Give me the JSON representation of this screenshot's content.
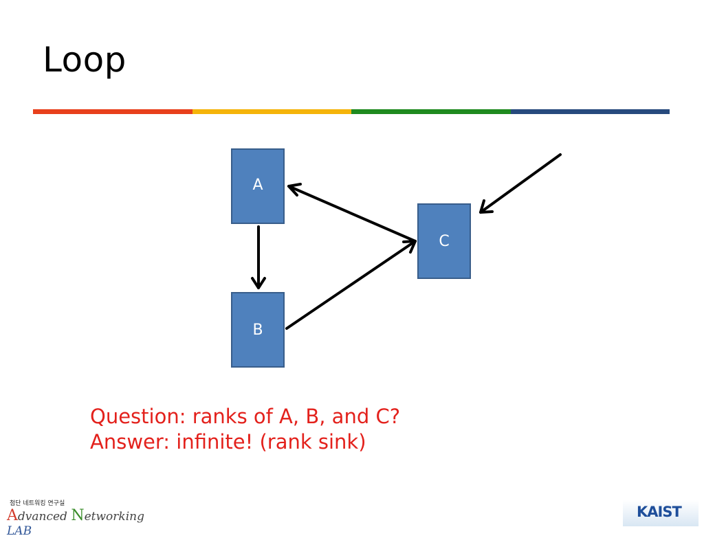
{
  "slide": {
    "title": "Loop"
  },
  "title_bar_colors": [
    "#e8401c",
    "#f5b40a",
    "#1f8a1f",
    "#274a7d"
  ],
  "diagram": {
    "nodes": [
      {
        "id": "A",
        "label": "A"
      },
      {
        "id": "B",
        "label": "B"
      },
      {
        "id": "C",
        "label": "C"
      }
    ],
    "edges": [
      {
        "from": "A",
        "to": "B"
      },
      {
        "from": "B",
        "to": "C"
      },
      {
        "from": "C",
        "to": "A"
      },
      {
        "from": "external",
        "to": "C"
      }
    ],
    "node_fill": "#4f81bd",
    "node_border": "#385d8a"
  },
  "qa": {
    "question": "Question: ranks of A, B, and C?",
    "answer": "Answer: infinite! (rank sink)",
    "color": "#e3211c"
  },
  "footer": {
    "lab_korean": "첨단 네트워킹 연구실",
    "lab_initial_a": "A",
    "lab_word_1": "dvanced",
    "lab_initial_n": "N",
    "lab_word_2": "etworking",
    "lab_word_3": "LAB",
    "university_logo": "KAIST"
  }
}
